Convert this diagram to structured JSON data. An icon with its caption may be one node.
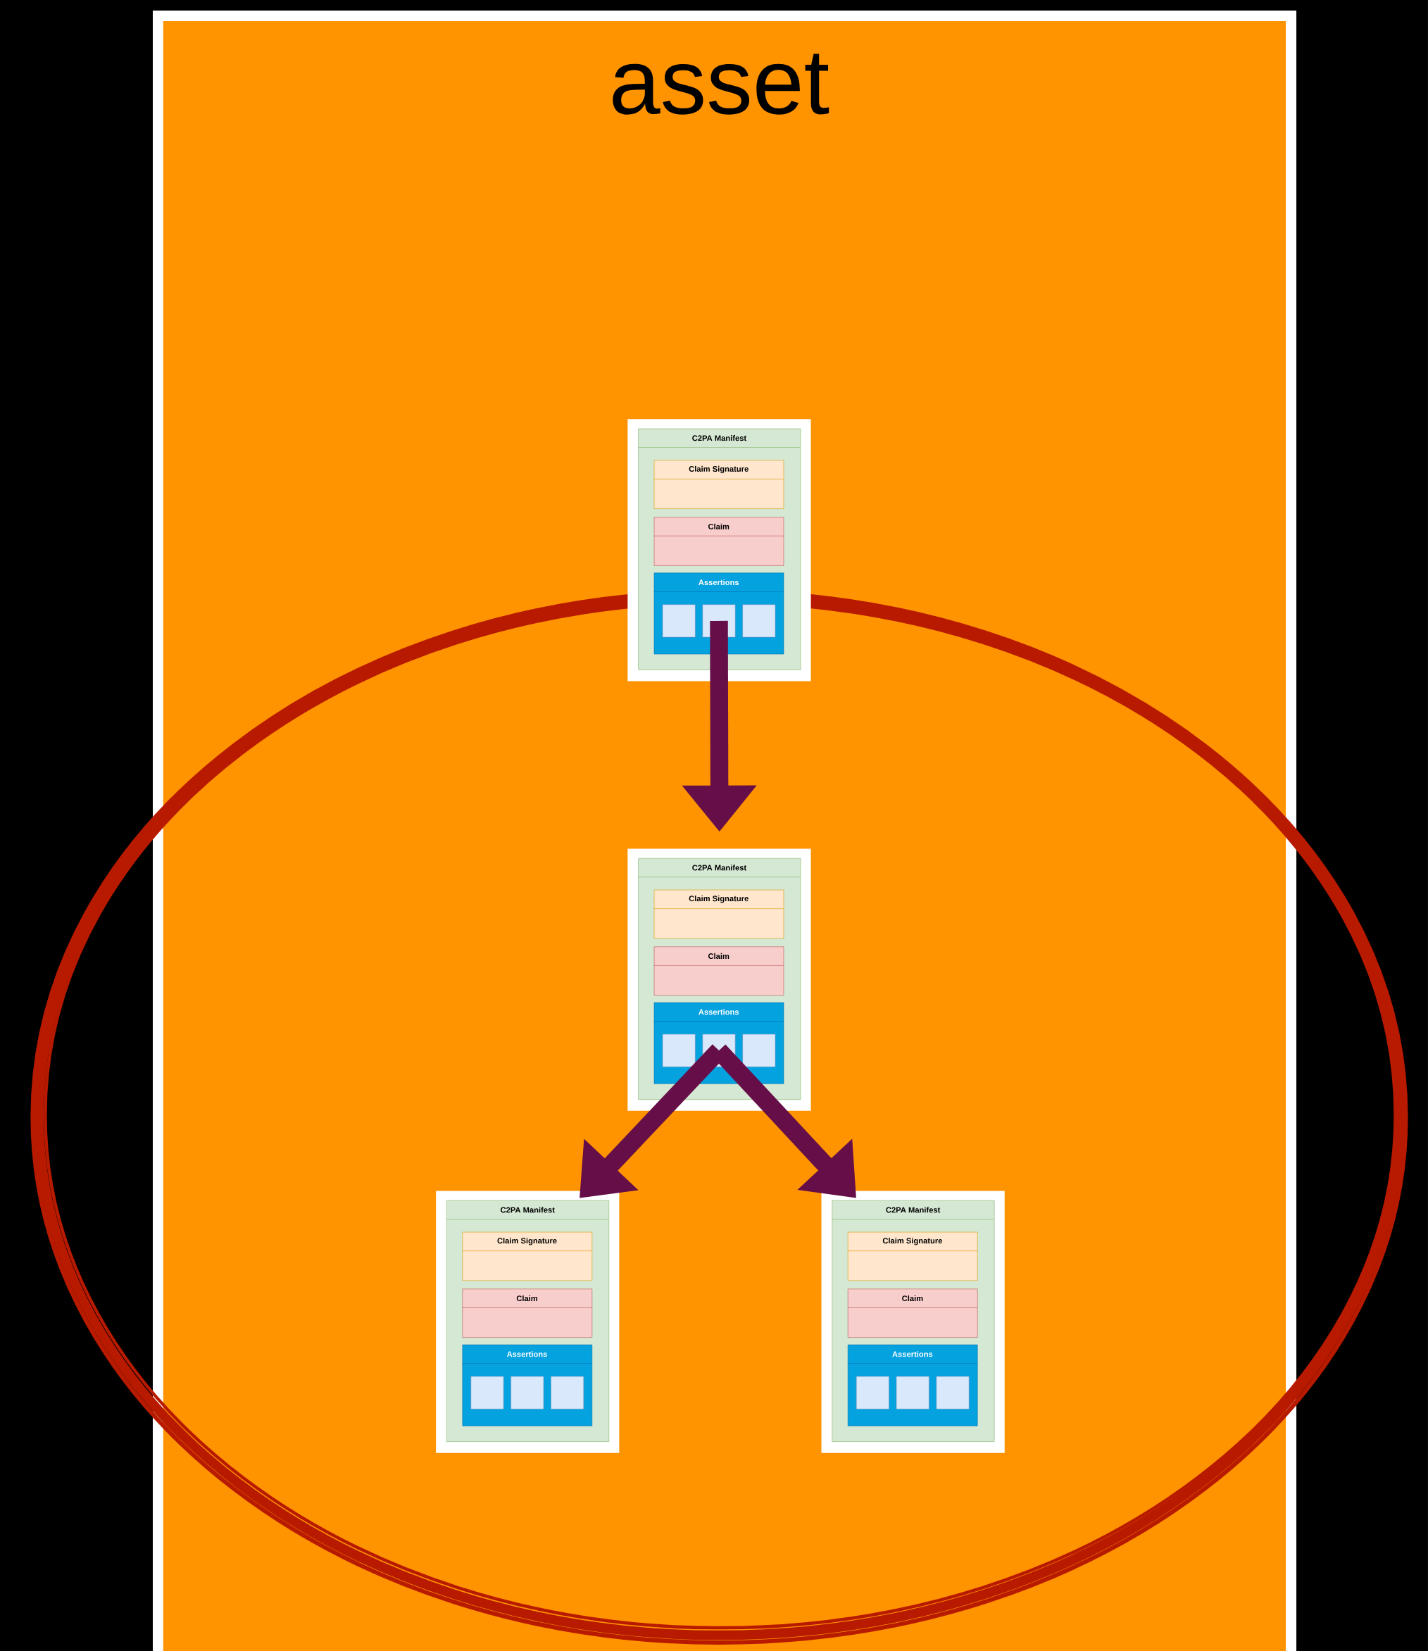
{
  "diagram": {
    "nodes": [
      {
        "text": [
          "asset"
        ]
      },
      {
        "text": [
          "C2PA Manifest"
        ],
        "in": 0
      },
      {
        "text": [
          "Claim Signature"
        ],
        "in": 1
      },
      {
        "text": [
          "Claim"
        ],
        "in": 1
      },
      {
        "text": [
          "Assertions"
        ],
        "in": 1
      },
      {
        "text": [],
        "shape": "box",
        "in": 4
      },
      {
        "text": [],
        "shape": "box",
        "in": 4
      },
      {
        "text": [],
        "shape": "box",
        "in": 4
      },
      {
        "text": [
          "C2PA Manifest"
        ],
        "in": 0
      },
      {
        "text": [
          "Claim Signature"
        ],
        "in": 8
      },
      {
        "text": [
          "Claim"
        ],
        "in": 8
      },
      {
        "text": [
          "Assertions"
        ],
        "in": 8
      },
      {
        "text": [],
        "shape": "box",
        "in": 11
      },
      {
        "text": [],
        "shape": "box",
        "in": 11
      },
      {
        "text": [],
        "shape": "box",
        "in": 11
      },
      {
        "text": [
          "C2PA Manifest"
        ],
        "in": 0
      },
      {
        "text": [
          "Claim Signature"
        ],
        "in": 15
      },
      {
        "text": [
          "Claim"
        ],
        "in": 15
      },
      {
        "text": [
          "Assertions"
        ],
        "in": 15
      },
      {
        "text": [],
        "shape": "box",
        "in": 18
      },
      {
        "text": [],
        "shape": "box",
        "in": 18
      },
      {
        "text": [],
        "shape": "box",
        "in": 18
      },
      {
        "text": [
          "C2PA Manifest"
        ],
        "in": 0
      },
      {
        "text": [
          "Claim Signature"
        ],
        "in": 22
      },
      {
        "text": [
          "Claim"
        ],
        "in": 22
      },
      {
        "text": [
          "Assertions"
        ],
        "in": 22
      },
      {
        "text": [],
        "shape": "box",
        "in": 25
      },
      {
        "text": [],
        "shape": "box",
        "in": 25
      },
      {
        "text": [],
        "shape": "box",
        "in": 25
      }
    ],
    "edges": [
      {
        "from": 6,
        "to": 8,
        "arrow": "to"
      },
      {
        "from": 13,
        "to": 15,
        "arrow": "to"
      },
      {
        "from": 13,
        "to": 22,
        "arrow": "to"
      }
    ]
  }
}
